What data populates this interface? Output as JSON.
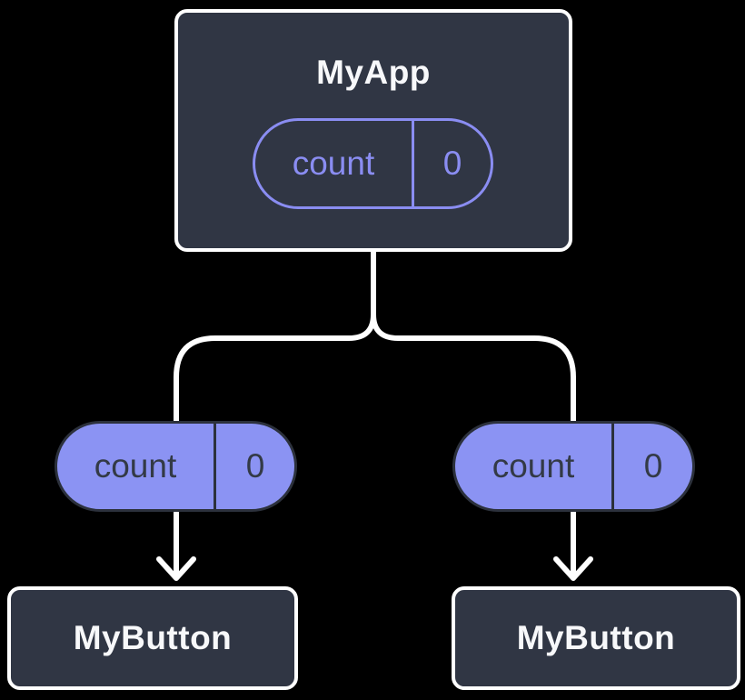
{
  "colors": {
    "background": "#000000",
    "node_fill": "#303644",
    "node_border": "#ffffff",
    "node_text": "#f7f8fa",
    "accent_purple": "#8a8df2",
    "pill_fill": "#8b93f3",
    "pill_border": "#2c313c",
    "pill_dark_text": "#333a46",
    "connector_white": "#ffffff"
  },
  "diagram": {
    "root": {
      "label": "MyApp",
      "pill": {
        "name": "count",
        "value": "0"
      }
    },
    "left_branch": {
      "pill": {
        "name": "count",
        "value": "0"
      },
      "node": {
        "label": "MyButton"
      }
    },
    "right_branch": {
      "pill": {
        "name": "count",
        "value": "0"
      },
      "node": {
        "label": "MyButton"
      }
    }
  }
}
